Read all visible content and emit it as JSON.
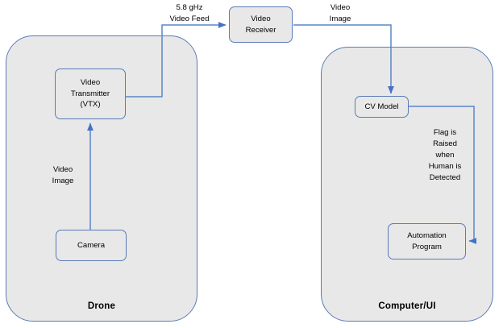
{
  "diagram": {
    "title": "Drone video pipeline to Computer/UI",
    "stroke_color": "#5B7BB8",
    "fill_color": "#E8E8E8",
    "arrow_color": "#4472C4"
  },
  "containers": [
    {
      "id": "drone",
      "label": "Drone"
    },
    {
      "id": "computer",
      "label": "Computer/UI"
    }
  ],
  "nodes": [
    {
      "id": "vtx",
      "label": "Video\nTransmitter\n(VTX)"
    },
    {
      "id": "camera",
      "label": "Camera"
    },
    {
      "id": "receiver",
      "label": "Video\nReceiver"
    },
    {
      "id": "cv_model",
      "label": "CV Model"
    },
    {
      "id": "automation",
      "label": "Automation\nProgram"
    }
  ],
  "edge_labels": [
    {
      "id": "camera_to_vtx",
      "label": "Video\nImage"
    },
    {
      "id": "vtx_to_receiver",
      "label": "5.8 gHz\nVideo Feed"
    },
    {
      "id": "receiver_to_cv",
      "label": "Video\nImage"
    },
    {
      "id": "cv_to_automation",
      "label": "Flag is\nRaised\nwhen\nHuman is\nDetected"
    }
  ]
}
